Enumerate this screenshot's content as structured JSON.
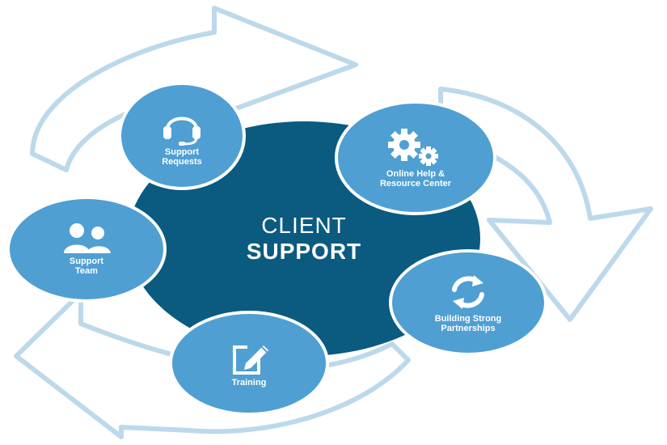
{
  "center": {
    "line1": "CLIENT",
    "line2": "SUPPORT"
  },
  "nodes": [
    {
      "label": "Support\nRequests",
      "icon": "headset-icon"
    },
    {
      "label": "Online Help &\nResource Center",
      "icon": "gears-icon"
    },
    {
      "label": "Support\nTeam",
      "icon": "users-icon"
    },
    {
      "label": "Building Strong\nPartnerships",
      "icon": "refresh-arrows-icon"
    },
    {
      "label": "Training",
      "icon": "edit-document-icon"
    }
  ],
  "colors": {
    "hub": "#0b5a80",
    "node": "#4f9fd3",
    "arrow_outline": "#bcd9ec",
    "text": "#ffffff"
  }
}
